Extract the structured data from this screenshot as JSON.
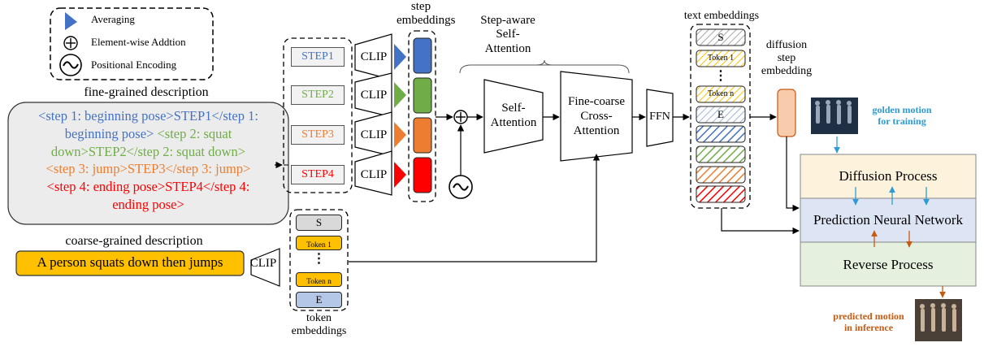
{
  "legend": {
    "averaging": "Averaging",
    "element_wise_addition": "Element-wise Addtion",
    "positional_encoding": "Positional Encoding"
  },
  "fine_grained": {
    "title": "fine-grained description",
    "line1": "<step 1: beginning pose>STEP1</step 1:",
    "line2": "beginning pose>",
    "line2b": " <step 2: squat",
    "line3": "down>STEP2</step 2: squat down>",
    "line4": "<step 3: jump>STEP3</step 3: jump>",
    "line5": "<step 4: ending pose>STEP4</step 4:",
    "line6": "ending pose>"
  },
  "coarse_grained": {
    "title": "coarse-grained description",
    "text": "A person squats down then jumps"
  },
  "steps": [
    "STEP1",
    "STEP2",
    "STEP3",
    "STEP4"
  ],
  "clip_label": "CLIP",
  "step_embeddings_title": "step\nembeddings",
  "step_aware_title": "Step-aware\nSelf-\nAttention",
  "self_attention": "Self-\nAttention",
  "cross_attention": "Fine-coarse\nCross-\nAttention",
  "ffn": "FFN",
  "text_embeddings_title": "text embeddings",
  "token_embeddings_title": "token\nembeddings",
  "tokens": {
    "s": "S",
    "t1": "Token 1",
    "dots": "⋮",
    "tn": "Token n",
    "e": "E"
  },
  "diffusion_step_title": "diffusion\nstep\nembedding",
  "golden_motion": "golden motion\nfor training",
  "predicted_motion": "predicted motion\nin inference",
  "processes": {
    "diffusion": "Diffusion Process",
    "prediction": "Prediction Neural Network",
    "reverse": "Reverse Process"
  },
  "colors": {
    "step1": "#4472c4",
    "step2": "#70ad47",
    "step3": "#ed7d31",
    "step4": "#ff0000",
    "token": "#ffc000",
    "token_e": "#b4c7e7",
    "golden": "#2e9bd6",
    "predicted": "#c55a11",
    "diffusion_bg": "#fdf2dc",
    "prediction_bg": "#dde5f5",
    "reverse_bg": "#e6f0de"
  }
}
